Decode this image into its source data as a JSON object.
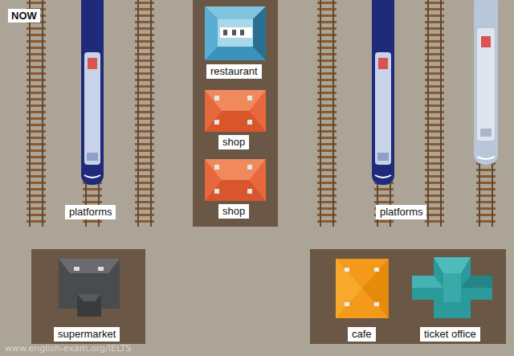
{
  "diagram": {
    "title": "NOW",
    "nodes": [
      {
        "text": [
          "restaurant"
        ]
      },
      {
        "text": [
          "shop"
        ]
      },
      {
        "text": [
          "shop"
        ]
      },
      {
        "text": [
          "platforms"
        ]
      },
      {
        "text": [
          "platforms"
        ]
      },
      {
        "text": [
          "supermarket"
        ]
      },
      {
        "text": [
          "cafe"
        ]
      },
      {
        "text": [
          "ticket office"
        ]
      }
    ],
    "labels": [
      "www.english-exam.org/IELTS"
    ]
  }
}
